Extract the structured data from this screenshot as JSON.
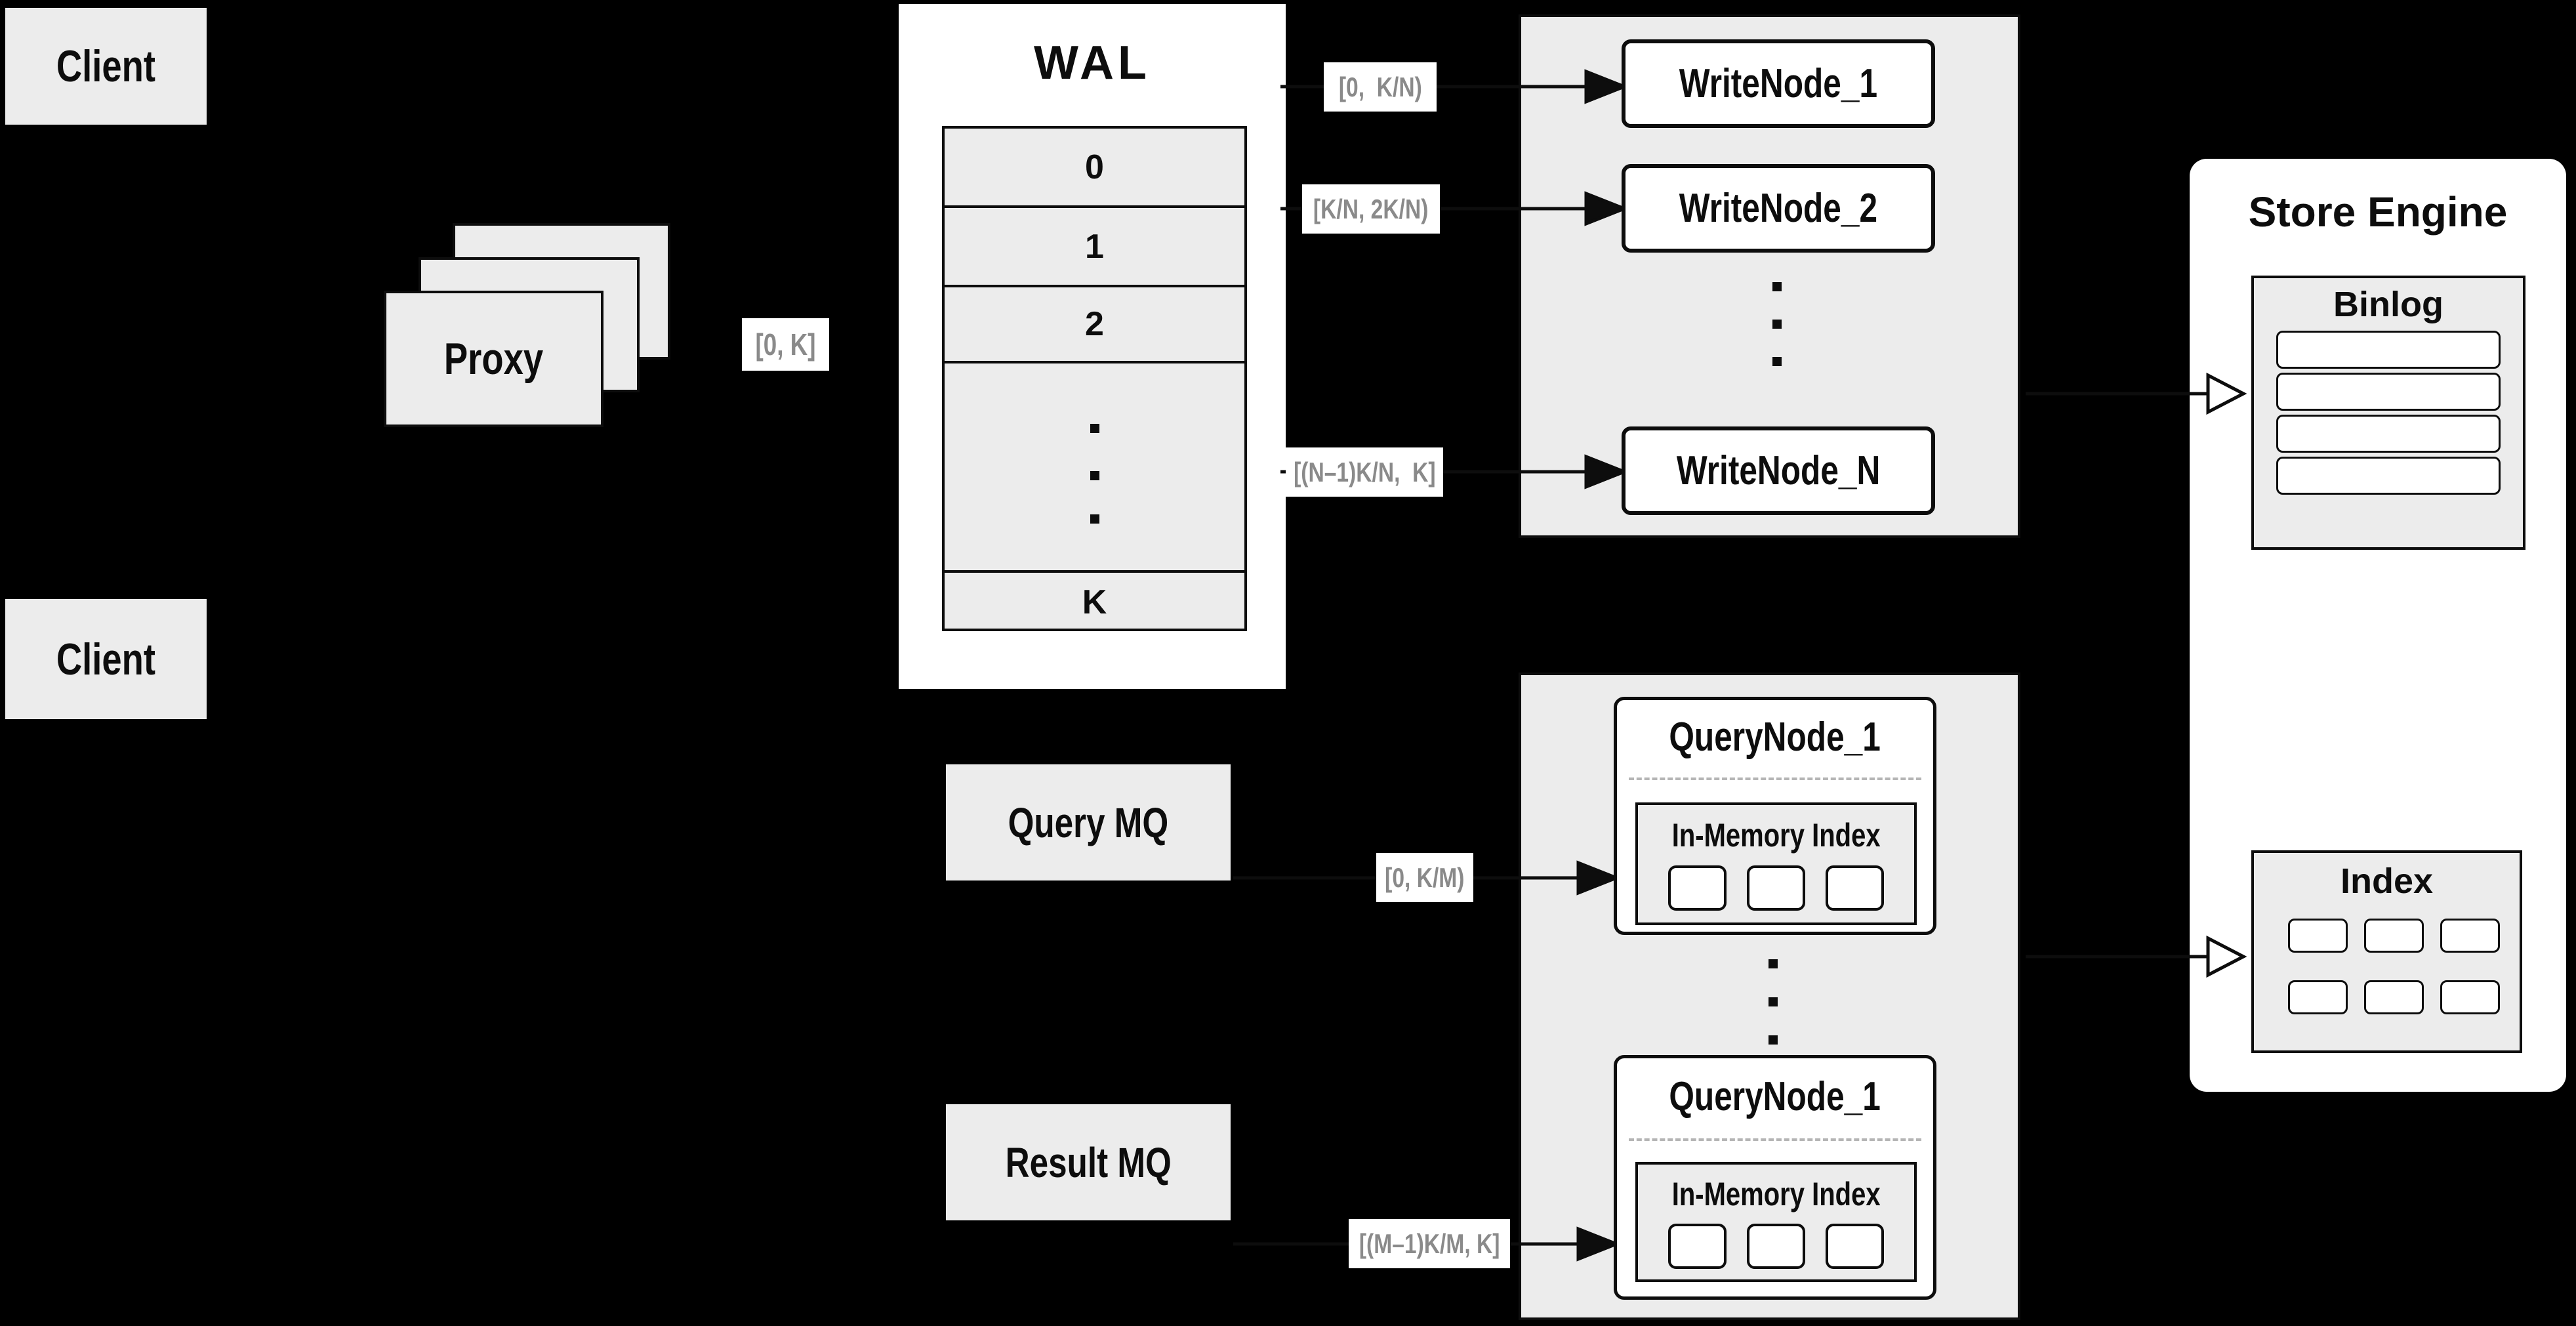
{
  "canvas": {
    "background": "#000000",
    "panel_gray": "#ececec",
    "panel_white": "#ffffff",
    "line_black": "#0d0d0d",
    "range_label_gray": "#8a8a8a"
  },
  "nodes": {
    "client_top": {
      "label": "Client"
    },
    "client_bottom": {
      "label": "Client"
    },
    "proxy": {
      "label": "Proxy"
    },
    "wal": {
      "title": "WAL",
      "segments": [
        "0",
        "1",
        "2",
        "K"
      ]
    },
    "write_nodes": {
      "items": [
        "WriteNode_1",
        "WriteNode_2",
        "WriteNode_N"
      ]
    },
    "query_mq": {
      "label": "Query MQ"
    },
    "result_mq": {
      "label": "Result MQ"
    },
    "query_nodes": {
      "items": [
        {
          "title": "QueryNode_1",
          "inner": "In-Memory Index"
        },
        {
          "title": "QueryNode_1",
          "inner": "In-Memory Index"
        }
      ]
    },
    "store_engine": {
      "title": "Store Engine",
      "binlog": "Binlog",
      "index": "Index"
    }
  },
  "range_labels": {
    "proxy_out": "[0, K]",
    "wn1": "[0,  K/N)",
    "wn2": "[K/N, 2K/N)",
    "wnN": "[(N–1)K/N,  K]",
    "qn1": "[0, K/M)",
    "qn2": "[(M–1)K/M, K]"
  },
  "icons": {
    "vertical_ellipsis": "three stacked square dots",
    "solid_arrow": "filled right-pointing triangle arrowhead",
    "open_arrow": "hollow right-pointing triangle arrowhead"
  }
}
